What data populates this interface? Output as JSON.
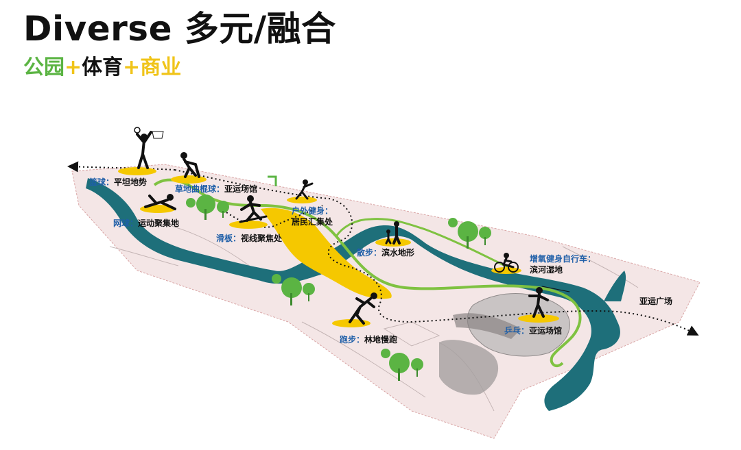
{
  "heading": {
    "title": "Diverse 多元/融合",
    "park": "公园",
    "plus": "+",
    "sport": "体育",
    "business": "商业"
  },
  "colors": {
    "park_green": "#5bb443",
    "accent_yellow": "#f0c419",
    "river_teal": "#1e6f7a",
    "ground_pink": "#f4e6e6",
    "label_blue": "#1f5fa8"
  },
  "activities": [
    {
      "category": "篮球：",
      "place": "平坦地势",
      "icon": "basketball-player-icon"
    },
    {
      "category": "草地曲棍球：",
      "place": "亚运场馆",
      "icon": "hockey-player-icon"
    },
    {
      "category": "网球：",
      "place": "运动聚集地",
      "icon": "tennis-player-icon"
    },
    {
      "category": "滑板：",
      "place": "视线聚焦处",
      "icon": "skateboarder-icon"
    },
    {
      "category": "户外健身：",
      "place": "居民汇集处",
      "icon": "fitness-person-icon"
    },
    {
      "category": "散步：",
      "place": "滨水地形",
      "icon": "walking-family-icon"
    },
    {
      "category": "增氧健身自行车：",
      "place": "滨河湿地",
      "icon": "cyclist-icon"
    },
    {
      "category": "跑步：",
      "place": "林地慢跑",
      "icon": "runner-icon"
    },
    {
      "category": "乒乓：",
      "place": "亚运场馆",
      "icon": "table-tennis-player-icon"
    }
  ],
  "destination": "亚运广场"
}
